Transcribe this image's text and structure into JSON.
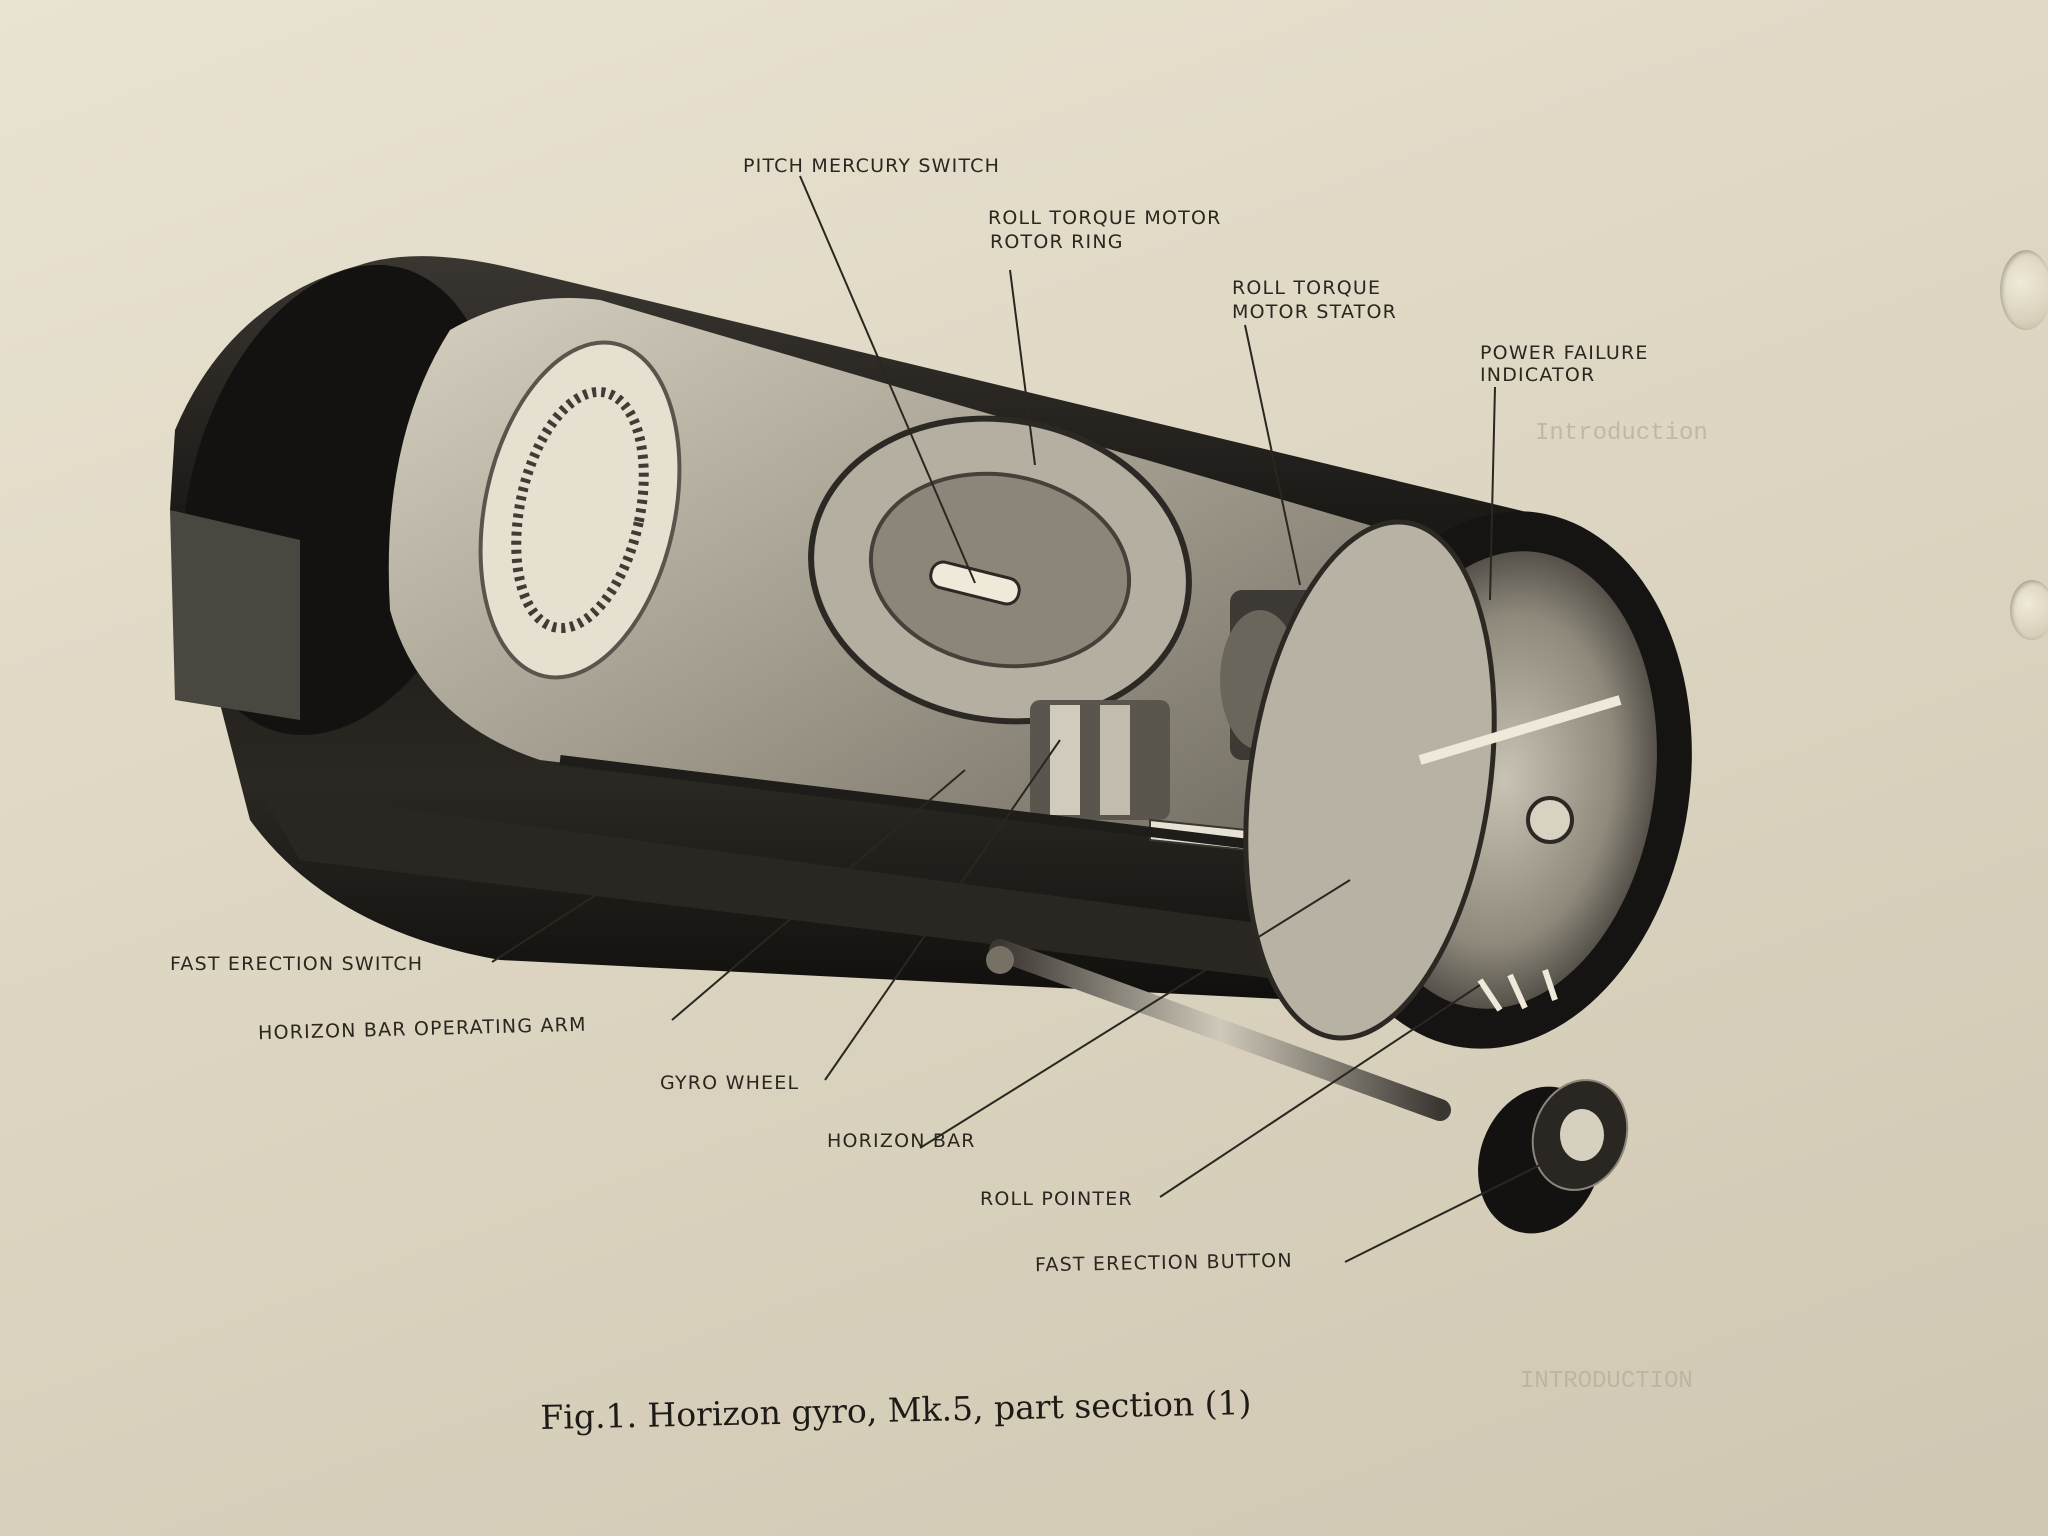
{
  "figure": {
    "labels": {
      "pitch_mercury_switch": "PITCH MERCURY SWITCH",
      "roll_torque_motor_rotor_ring_1": "ROLL TORQUE MOTOR",
      "roll_torque_motor_rotor_ring_2": "ROTOR RING",
      "roll_torque_motor_stator_1": "ROLL TORQUE",
      "roll_torque_motor_stator_2": "MOTOR STATOR",
      "power_failure_indicator_1": "POWER FAILURE",
      "power_failure_indicator_2": "INDICATOR",
      "fast_erection_switch": "FAST ERECTION SWITCH",
      "horizon_bar_operating_arm": "HORIZON BAR OPERATING ARM",
      "gyro_wheel": "GYRO WHEEL",
      "horizon_bar": "HORIZON BAR",
      "roll_pointer": "ROLL POINTER",
      "fast_erection_button": "FAST ERECTION BUTTON"
    },
    "caption": "Fig.1. Horizon gyro, Mk.5, part section (1)"
  }
}
